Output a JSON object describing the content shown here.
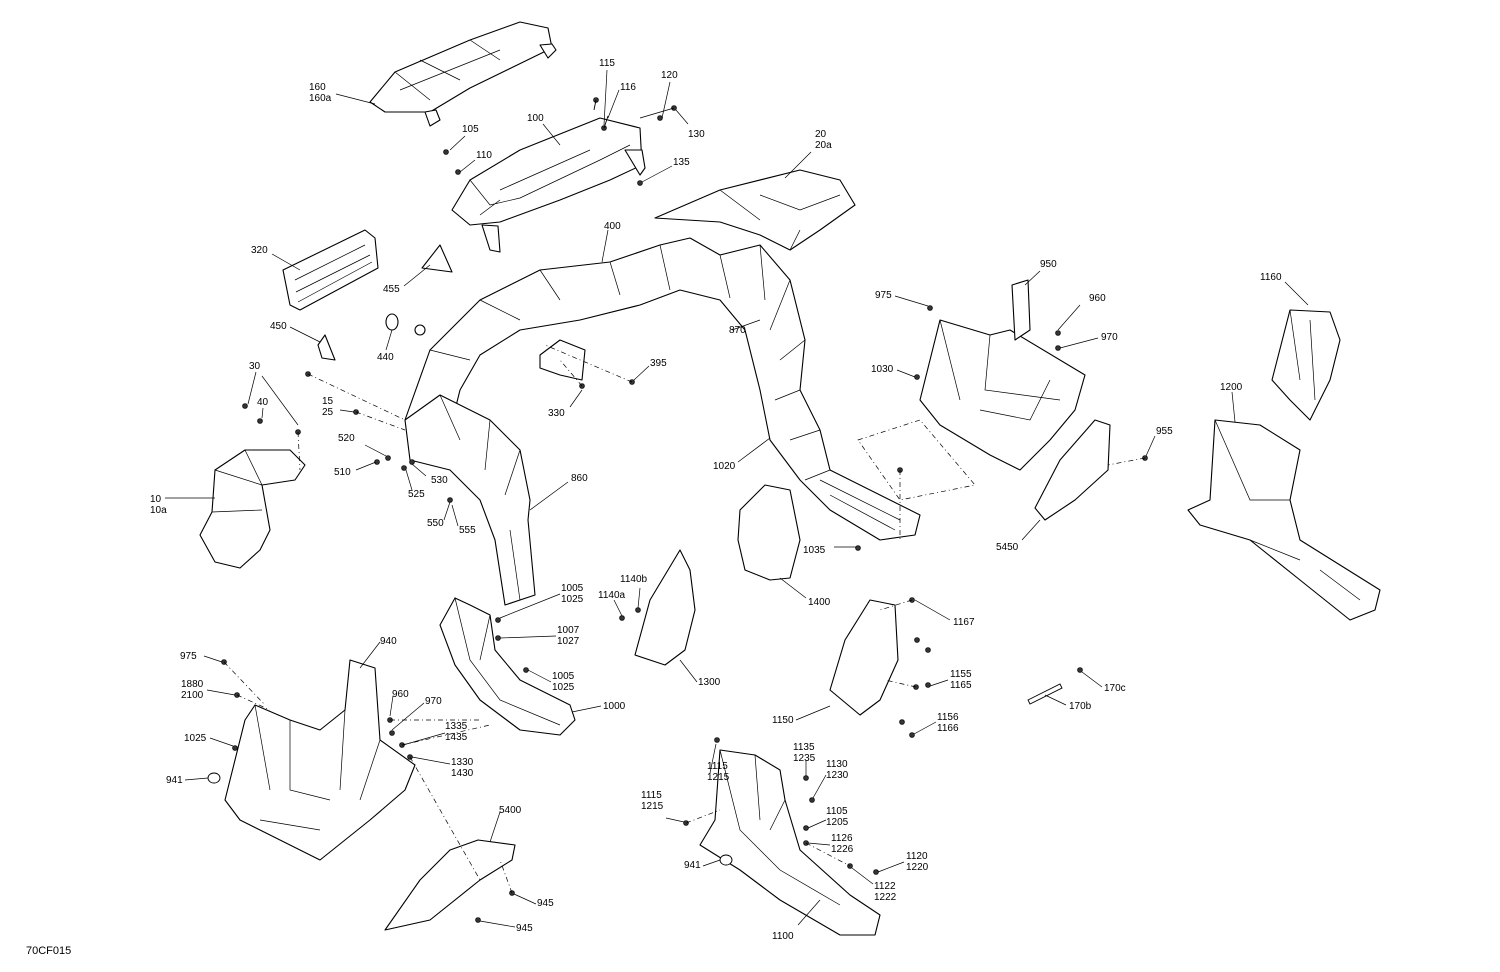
{
  "figure_code": "70CF015",
  "labels": [
    {
      "id": "160",
      "lines": [
        "160",
        "160a"
      ]
    },
    {
      "id": "115",
      "lines": [
        "115"
      ]
    },
    {
      "id": "116",
      "lines": [
        "116"
      ]
    },
    {
      "id": "120",
      "lines": [
        "120"
      ]
    },
    {
      "id": "130",
      "lines": [
        "130"
      ]
    },
    {
      "id": "105",
      "lines": [
        "105"
      ]
    },
    {
      "id": "100",
      "lines": [
        "100"
      ]
    },
    {
      "id": "110",
      "lines": [
        "110"
      ]
    },
    {
      "id": "135",
      "lines": [
        "135"
      ]
    },
    {
      "id": "20",
      "lines": [
        "20",
        "20a"
      ]
    },
    {
      "id": "320",
      "lines": [
        "320"
      ]
    },
    {
      "id": "400",
      "lines": [
        "400"
      ]
    },
    {
      "id": "455",
      "lines": [
        "455"
      ]
    },
    {
      "id": "450",
      "lines": [
        "450"
      ]
    },
    {
      "id": "440",
      "lines": [
        "440"
      ]
    },
    {
      "id": "395",
      "lines": [
        "395"
      ]
    },
    {
      "id": "870",
      "lines": [
        "870"
      ]
    },
    {
      "id": "330",
      "lines": [
        "330"
      ]
    },
    {
      "id": "950",
      "lines": [
        "950"
      ]
    },
    {
      "id": "975a",
      "lines": [
        "975"
      ]
    },
    {
      "id": "960a",
      "lines": [
        "960"
      ]
    },
    {
      "id": "970a",
      "lines": [
        "970"
      ]
    },
    {
      "id": "1030",
      "lines": [
        "1030"
      ]
    },
    {
      "id": "1160",
      "lines": [
        "1160"
      ]
    },
    {
      "id": "1200",
      "lines": [
        "1200"
      ]
    },
    {
      "id": "30",
      "lines": [
        "30"
      ]
    },
    {
      "id": "40",
      "lines": [
        "40"
      ]
    },
    {
      "id": "15",
      "lines": [
        "15",
        "25"
      ]
    },
    {
      "id": "520",
      "lines": [
        "520"
      ]
    },
    {
      "id": "510",
      "lines": [
        "510"
      ]
    },
    {
      "id": "525",
      "lines": [
        "525"
      ]
    },
    {
      "id": "530",
      "lines": [
        "530"
      ]
    },
    {
      "id": "860",
      "lines": [
        "860"
      ]
    },
    {
      "id": "550",
      "lines": [
        "550"
      ]
    },
    {
      "id": "555",
      "lines": [
        "555"
      ]
    },
    {
      "id": "1020",
      "lines": [
        "1020"
      ]
    },
    {
      "id": "955",
      "lines": [
        "955"
      ]
    },
    {
      "id": "10",
      "lines": [
        "10",
        "10a"
      ]
    },
    {
      "id": "1035",
      "lines": [
        "1035"
      ]
    },
    {
      "id": "5450",
      "lines": [
        "5450"
      ]
    },
    {
      "id": "1400",
      "lines": [
        "1400"
      ]
    },
    {
      "id": "1140b",
      "lines": [
        "1140b"
      ]
    },
    {
      "id": "1140a",
      "lines": [
        "1140a"
      ]
    },
    {
      "id": "1005a",
      "lines": [
        "1005",
        "1025"
      ]
    },
    {
      "id": "1007",
      "lines": [
        "1007",
        "1027"
      ]
    },
    {
      "id": "1005b",
      "lines": [
        "1005",
        "1025"
      ]
    },
    {
      "id": "1000",
      "lines": [
        "1000"
      ]
    },
    {
      "id": "1167",
      "lines": [
        "1167"
      ]
    },
    {
      "id": "1300",
      "lines": [
        "1300"
      ]
    },
    {
      "id": "940",
      "lines": [
        "940"
      ]
    },
    {
      "id": "975b",
      "lines": [
        "975"
      ]
    },
    {
      "id": "1880",
      "lines": [
        "1880",
        "2100"
      ]
    },
    {
      "id": "960b",
      "lines": [
        "960"
      ]
    },
    {
      "id": "970b",
      "lines": [
        "970"
      ]
    },
    {
      "id": "1335",
      "lines": [
        "1335",
        "1435"
      ]
    },
    {
      "id": "1330",
      "lines": [
        "1330",
        "1430"
      ]
    },
    {
      "id": "1025",
      "lines": [
        "1025"
      ]
    },
    {
      "id": "941a",
      "lines": [
        "941"
      ]
    },
    {
      "id": "1155",
      "lines": [
        "1155",
        "1165"
      ]
    },
    {
      "id": "170c",
      "lines": [
        "170c"
      ]
    },
    {
      "id": "170b",
      "lines": [
        "170b"
      ]
    },
    {
      "id": "1150",
      "lines": [
        "1150"
      ]
    },
    {
      "id": "1156",
      "lines": [
        "1156",
        "1166"
      ]
    },
    {
      "id": "1135",
      "lines": [
        "1135",
        "1235"
      ]
    },
    {
      "id": "1130",
      "lines": [
        "1130",
        "1230"
      ]
    },
    {
      "id": "1115a",
      "lines": [
        "1115",
        "1215"
      ]
    },
    {
      "id": "1115b",
      "lines": [
        "1115",
        "1215"
      ]
    },
    {
      "id": "1105",
      "lines": [
        "1105",
        "1205"
      ]
    },
    {
      "id": "1126",
      "lines": [
        "1126",
        "1226"
      ]
    },
    {
      "id": "1120",
      "lines": [
        "1120",
        "1220"
      ]
    },
    {
      "id": "1122",
      "lines": [
        "1122",
        "1222"
      ]
    },
    {
      "id": "941b",
      "lines": [
        "941"
      ]
    },
    {
      "id": "5400",
      "lines": [
        "5400"
      ]
    },
    {
      "id": "945a",
      "lines": [
        "945"
      ]
    },
    {
      "id": "945b",
      "lines": [
        "945"
      ]
    },
    {
      "id": "1100",
      "lines": [
        "1100"
      ]
    }
  ]
}
